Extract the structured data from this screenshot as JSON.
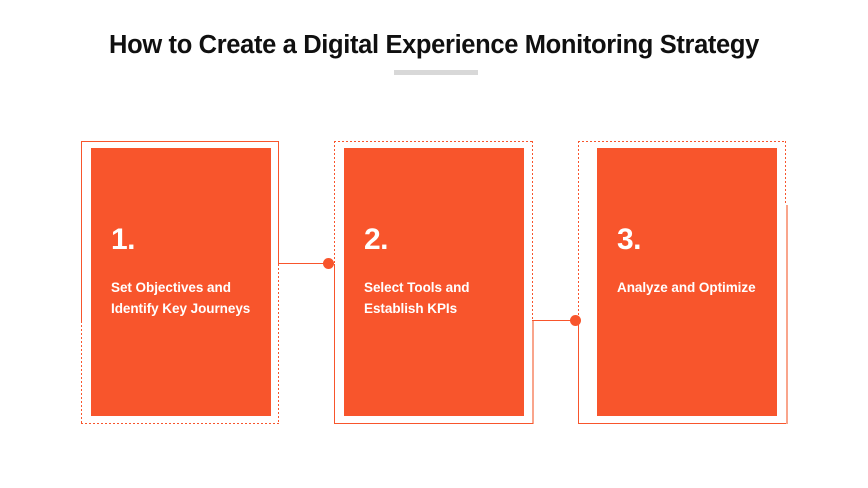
{
  "header": {
    "title": "How to Create a Digital Experience Monitoring Strategy",
    "rule_color": "#d8d8d8"
  },
  "theme": {
    "accent": "#f8552c",
    "accent_light": "#f9a58c",
    "text_on_accent": "#ffffff",
    "title_color": "#101010",
    "background": "#ffffff"
  },
  "steps": [
    {
      "number": "1.",
      "label": "Set Objectives and Identify Key Journeys"
    },
    {
      "number": "2.",
      "label": "Select Tools and Establish KPIs"
    },
    {
      "number": "3.",
      "label": "Analyze and Optimize"
    }
  ]
}
